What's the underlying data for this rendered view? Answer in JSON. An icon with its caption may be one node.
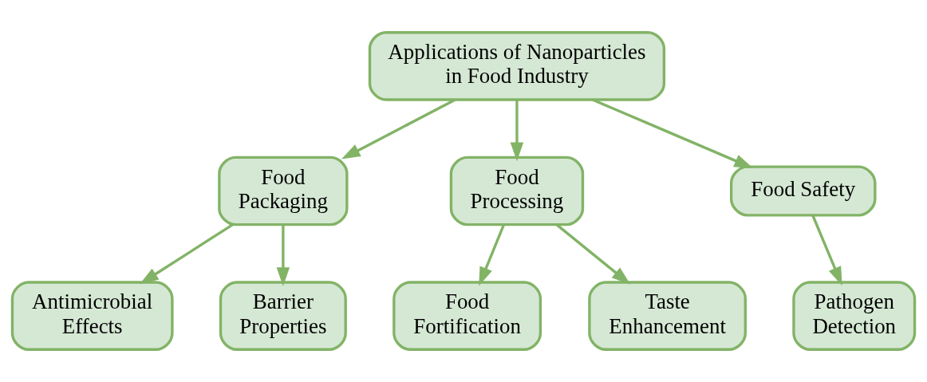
{
  "diagram": {
    "nodes": [
      {
        "text": [
          "Applications of Nanoparticles in Food Industry"
        ]
      },
      {
        "text": [
          "Food Packaging"
        ]
      },
      {
        "text": [
          "Food Processing"
        ]
      },
      {
        "text": [
          "Food Safety"
        ]
      },
      {
        "text": [
          "Antimicrobial Effects"
        ]
      },
      {
        "text": [
          "Barrier Properties"
        ]
      },
      {
        "text": [
          "Food Fortification"
        ]
      },
      {
        "text": [
          "Taste Enhancement"
        ]
      },
      {
        "text": [
          "Pathogen Detection"
        ]
      }
    ],
    "edges": [
      {
        "from": 0,
        "to": 1,
        "arrow": "to"
      },
      {
        "from": 0,
        "to": 2,
        "arrow": "to"
      },
      {
        "from": 0,
        "to": 3,
        "arrow": "to"
      },
      {
        "from": 1,
        "to": 4,
        "arrow": "to"
      },
      {
        "from": 1,
        "to": 5,
        "arrow": "to"
      },
      {
        "from": 2,
        "to": 6,
        "arrow": "to"
      },
      {
        "from": 2,
        "to": 7,
        "arrow": "to"
      },
      {
        "from": 3,
        "to": 8,
        "arrow": "to"
      }
    ]
  }
}
